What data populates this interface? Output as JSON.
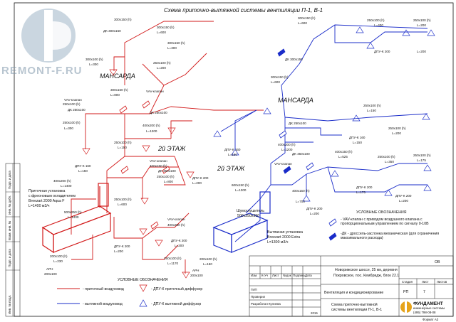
{
  "logo": {
    "text": "REMONT-F.RU"
  },
  "title": "Схема приточно-вытяжной системы вентиляции П-1, В-1",
  "floors": {
    "mansard": "МАНСАРДА",
    "second": "2й ЭТАЖ"
  },
  "supply_labels": [
    "300x150 (h)",
    "ДК 300x150",
    "300x150 (h)",
    "L=600",
    "300x150 (h)",
    "L=300",
    "300x100 (h)",
    "L=300",
    "250x100 (h)",
    "L=200",
    "VAV-клапан",
    "250x100 (h)",
    "ДК 250x100",
    "250x100 (h)",
    "L=300",
    "400x200 (h)",
    "L=1200",
    "250x100 (h)",
    "L=150",
    "VAV-клапан",
    "300x150 (h)",
    "L=800",
    "ДК 250x100",
    "250x100 (h)",
    "L=600",
    "400x200 (h)",
    "L=1400",
    "VAV-клапан",
    "400x150 (h)",
    "ДК 450x100",
    "250x100 (h)",
    "L=800",
    "ДПУ-К 160",
    "L=150",
    "500x250 (h)",
    "L=1400",
    "VAV-клапан",
    "400x250 (h)",
    "ДПУ-К 200",
    "L=200",
    "200x100 (h)",
    "L=230",
    "АРН",
    "200x100",
    "250x100 (h)",
    "L=1170",
    "200x100 (h)",
    "L=160",
    "АРН",
    "200x100",
    "ДПУ-К 200",
    "L=200",
    "ДПУ-К 200",
    "L=200"
  ],
  "exhaust_labels": [
    "300x150 (h)",
    "L=600",
    "ДК 300x150",
    "250x100 (h)",
    "L=400",
    "250x100 (h)",
    "L=200",
    "ДПУ-К 200",
    "L=200",
    "250x100 (h)",
    "L=150",
    "ДПУ-К 160",
    "L=150",
    "250x100 (h)",
    "L=200",
    "400x200 (h)",
    "L=1200",
    "ДК 250x100",
    "VAV-клапан",
    "ДК 450x100",
    "400x150 (h)",
    "L=525",
    "250x100 (h)",
    "L=350",
    "250x100 (h)",
    "L=175",
    "ДПУ-К 200",
    "L=175",
    "600x150 (h)",
    "L=1300",
    "400x150 (h)",
    "L=700",
    "ДПУ-К 160",
    "L=150",
    "ДПУ-К 200",
    "L=200",
    "300x150 (h)",
    "L=600",
    "ДПУ-К 200",
    "L=200"
  ],
  "supply_unit": {
    "lines": [
      "Приточная установка",
      "с фреоновым охладителем",
      "Breezart 2000 Aqua F",
      "L=1400 м3/ч"
    ]
  },
  "exhaust_unit": {
    "lines": [
      "Шумоглушитель",
      "500x250x950",
      "Вытяжная установка",
      "Breezart 2000 Extra",
      "L=1300 м3/ч"
    ]
  },
  "legend_left": {
    "title": "УСЛОВНЫЕ ОБОЗНАЧЕНИЯ",
    "supply_duct": "- приточный воздуховод",
    "exhaust_duct": "- вытяжной воздуховод",
    "supply_diffuser": "- ДПУ-К приточный диффузор",
    "exhaust_diffuser": "- ДПУ-К вытяжной диффузор"
  },
  "legend_right": {
    "title": "УСЛОВНЫЕ ОБОЗНАЧЕНИЯ",
    "vav": "- VAV-клапан с приводом воздушного клапана с пропорциональным управлением по сигналу 0-10В",
    "dk": "-ДК - дроссель-заслонка механическая (для ограничения максимального расхода)"
  },
  "side_stamp": [
    "Подп. и дата",
    "Инв. № дубл.",
    "Взам. инв. №",
    "Подп. и дата",
    "Инв. № подл."
  ],
  "title_block": {
    "code": "ОВ",
    "address_1": "Новорижское шоссе, 25 км, деревня",
    "address_2": "Покровское, пос. Кембридж, блок 22.1",
    "section": "Вентиляция и кондиционирование",
    "sheet_title_1": "Схема приточно-вытяжной",
    "sheet_title_2": "системы вентиляции П-1, В-1",
    "col_headers": [
      "Изм.",
      "К-Уч",
      "Лист",
      "№док",
      "Подпись",
      "Дата"
    ],
    "roles": [
      "ГИП",
      "Проверил",
      "Разработал"
    ],
    "developer": "Кулиева",
    "year": "2015",
    "stage_hdr": "Стадия",
    "sheet_hdr": "Лист",
    "sheets_hdr": "Листов",
    "stage": "РП",
    "sheet": "7",
    "company": "ФУНДАМЕНТ",
    "company_sub": "инженерные системы",
    "phone": "(495) 798-08-08",
    "format": "Формат А3"
  }
}
